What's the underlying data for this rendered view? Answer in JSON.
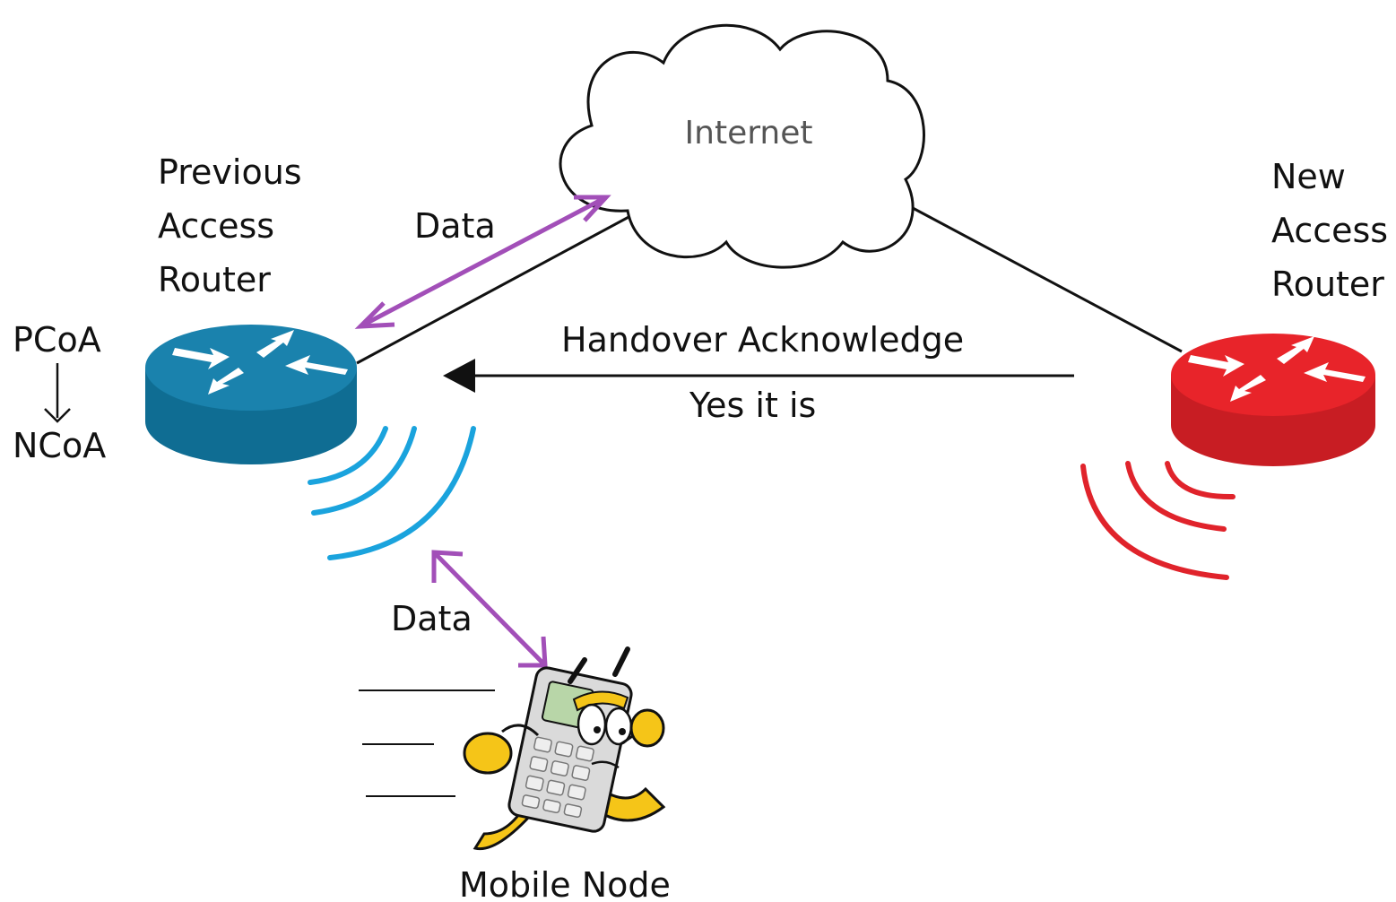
{
  "nodes": {
    "internet": {
      "label": "Internet"
    },
    "previous_router": {
      "label_lines": [
        "Previous",
        "Access",
        "Router"
      ],
      "color": "#1a82ad"
    },
    "new_router": {
      "label_lines": [
        "New",
        "Access",
        "Router"
      ],
      "color": "#e8242a"
    },
    "mobile_node": {
      "label": "Mobile Node"
    }
  },
  "address_change": {
    "from": "PCoA",
    "to": "NCoA"
  },
  "messages": {
    "handover_ack": {
      "label": "Handover Acknowledge",
      "sublabel": "Yes it is"
    },
    "data_internet": {
      "label": "Data"
    },
    "data_mobile": {
      "label": "Data"
    }
  },
  "colors": {
    "data_arrow": "#a24fb8",
    "prev_signal": "#1aa3dd",
    "new_signal": "#e0232b",
    "link": "#111111"
  }
}
